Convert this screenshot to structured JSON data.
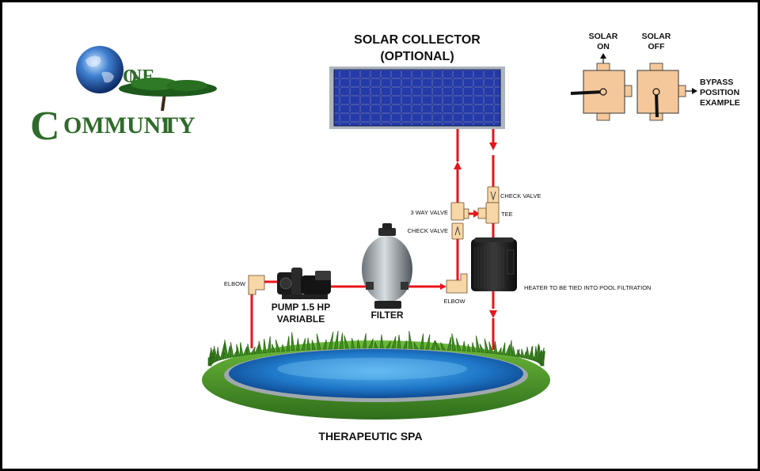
{
  "logo": {
    "word1_initial": "O",
    "word1_rest": "NE",
    "word2_initial": "C",
    "word2_rest": "OMMUNI",
    "word2_tail": "TY",
    "green": "#2f6b2a"
  },
  "solar": {
    "title": "SOLAR COLLECTOR",
    "subtitle": "(OPTIONAL)"
  },
  "bypass": {
    "on_top": "SOLAR",
    "on_bottom": "ON",
    "off_top": "SOLAR",
    "off_bottom": "OFF",
    "caption_1": "BYPASS",
    "caption_2": "POSITION",
    "caption_3": "EXAMPLE"
  },
  "labels": {
    "check_valve_top": "CHECK VALVE",
    "tee": "TEE",
    "three_way_valve": "3 WAY VALVE",
    "check_valve_left": "CHECK VALVE",
    "elbow_left": "ELBOW",
    "elbow_right": "ELBOW",
    "pump_1": "PUMP 1.5 HP",
    "pump_2": "VARIABLE",
    "filter": "FILTER",
    "heater": "HEATER TO BE TIED INTO POOL FILTRATION",
    "spa": "THERAPEUTIC SPA"
  },
  "colors": {
    "pipe": "#e8141a",
    "fitting": "#f7d7a8",
    "fitting_stroke": "#6b4a22",
    "panel": "#1a2a8c",
    "water": "#1f78c8",
    "grass": "#4d9a2a"
  }
}
